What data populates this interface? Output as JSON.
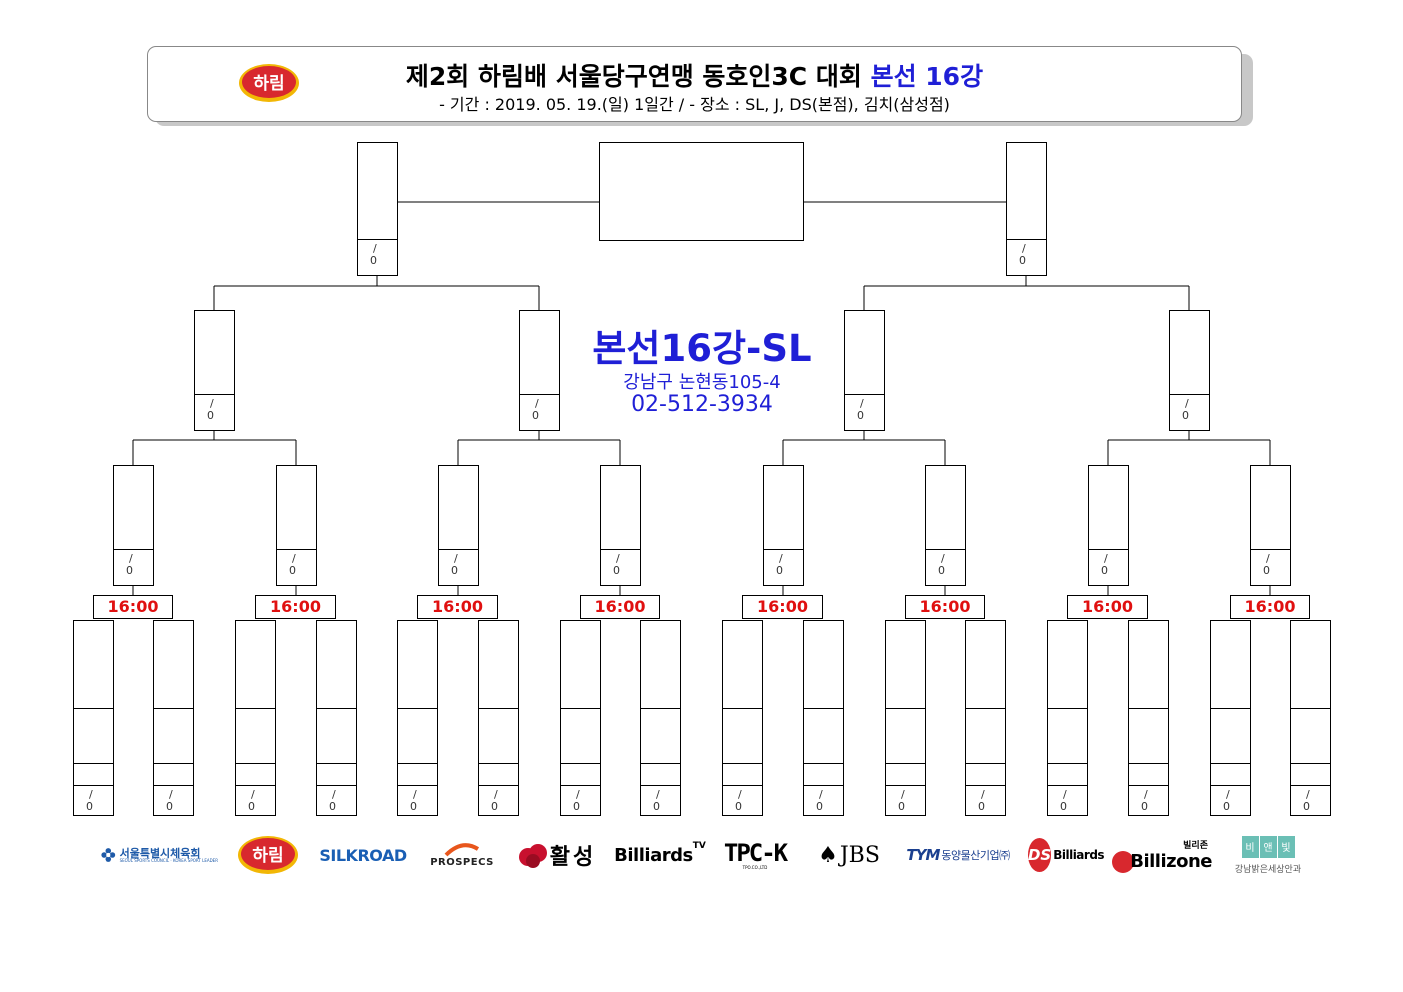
{
  "header": {
    "title_main": "제2회 하림배 서울당구연맹 동호인3C 대회",
    "title_accent": "본선 16강",
    "subtitle": "- 기간 : 2019. 05. 19.(일) 1일간 / - 장소 : SL, J, DS(본점), 김치(삼성점)",
    "logo_text": "하림"
  },
  "venue": {
    "title": "본선16강-SL",
    "address": "강남구 논현동105-4",
    "phone": "02-512-3934"
  },
  "bracket": {
    "score_slash": "/",
    "score_zero": "0",
    "match_time": "16:00"
  },
  "sponsors": {
    "seoul": "서울특별시체육회",
    "seoul_sub": "SEOUL SPORTS COUNCIL · KOREA SPORT LEADER",
    "harim": "하림",
    "silkroad": "SILKROAD",
    "prospecs": "PROSPECS",
    "hwalseong": "활성",
    "billiards_tv": "Billiards",
    "billiards_tv_sup": "TV",
    "tpk": "TPC-K",
    "tpk_sub": "TPO.CO.,LTD",
    "jbs": "JBS",
    "dongyang": "동양물산기업㈜",
    "dongyang_mark": "TYM",
    "ds": "DS",
    "ds_billiards": "Billiards",
    "billizone_kr": "빌리존",
    "billizone": "Billizone",
    "biyanbit": [
      "비",
      "앤",
      "빛"
    ],
    "biyanbit_sub": "강남밝은세상안과"
  },
  "colors": {
    "accent_blue": "#1f1fd6",
    "time_red": "#e01010",
    "harim_red": "#d8282e"
  }
}
